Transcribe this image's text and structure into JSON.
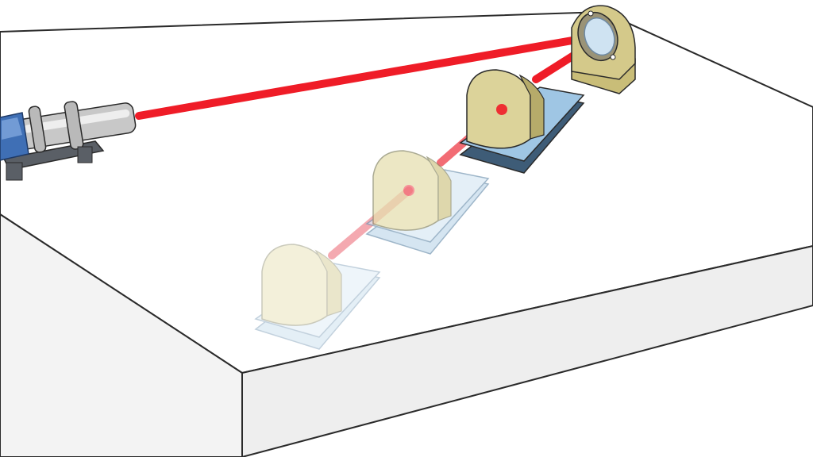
{
  "scene": {
    "description_kind": "laser-beam-path-illustration",
    "components": {
      "laser": {
        "icon": "laser-emitter-icon",
        "body_color": "#c8c8c8",
        "end_cap_color": "#3f6fb5"
      },
      "mirror": {
        "icon": "mirror-mount-icon",
        "frame_color": "#d4c98a",
        "glass_color": "#cfe3f2"
      },
      "screens": [
        {
          "icon": "beam-screen-icon",
          "opacity": 1.0
        },
        {
          "icon": "beam-screen-icon",
          "opacity": 0.72
        },
        {
          "icon": "beam-screen-icon",
          "opacity": 0.45
        }
      ]
    },
    "colors": {
      "beam": "#ef1c27",
      "beam_faded_1": "#f26c74",
      "beam_faded_2": "#f4a9b0",
      "table_top": "#ffffff",
      "table_side": "#eeeeee",
      "table_edge": "#2a2a2a",
      "screen_face": "#dcd39a",
      "screen_base": "#9fc6e4",
      "screen_base_dark": "#3e5c77"
    }
  }
}
